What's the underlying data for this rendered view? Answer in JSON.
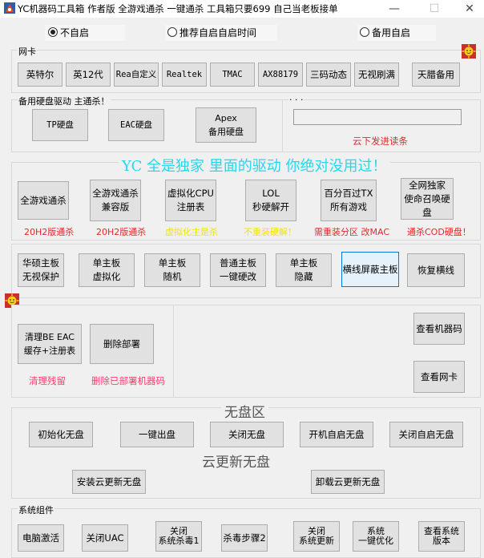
{
  "window": {
    "title": "YC机器码工具箱 作者版 全游戏通杀 一键通杀 工具箱只要699 自己当老板接单",
    "controls": {
      "minimize": "—",
      "maximize": "☐",
      "close": "✕"
    }
  },
  "startup_options": [
    {
      "label": "不自启",
      "selected": true
    },
    {
      "label": "推荐自启自启时间",
      "selected": false
    },
    {
      "label": "备用自启",
      "selected": false
    }
  ],
  "nic": {
    "label": "网卡",
    "buttons": [
      "英特尔",
      "英12代",
      "Rea自定义",
      "Realtek",
      "TMAC",
      "AX88179",
      "三码动态",
      "无视刷满",
      "天腊备用"
    ]
  },
  "disk": {
    "label": "备用硬盘驱动 主通杀！",
    "buttons": [
      "TP硬盘",
      "EAC硬盘",
      "Apex\n备用硬盘"
    ],
    "dots": "· · ·",
    "input_value": "",
    "status": "云下发进读条"
  },
  "exclusive": {
    "banner": "YC 全是独家 里面的驱动 你绝对没用过！",
    "buttons": [
      "全游戏通杀",
      "全游戏通杀\n兼容版",
      "虚拟化CPU\n注册表",
      "LOL\n秒硬解开",
      "百分百过TX\n所有游戏",
      "全网独家\n使命召唤硬盘"
    ],
    "notes": [
      {
        "text": "20H2版通杀",
        "color": "red"
      },
      {
        "text": "20H2版通杀",
        "color": "red"
      },
      {
        "text": "虚拟化主是杀",
        "color": "yellow"
      },
      {
        "text": "不重装硬解！",
        "color": "yellow"
      },
      {
        "text": "需重装分区 改MAC",
        "color": "red"
      },
      {
        "text": "通杀COD硬盘！",
        "color": "red"
      }
    ]
  },
  "board": {
    "buttons": [
      "华硕主板\n无视保护",
      "单主板\n虚拟化",
      "单主板\n随机",
      "普通主板\n一键硬改",
      "单主板\n隐藏",
      "横线屏蔽主板",
      "恢复横线"
    ]
  },
  "clean": {
    "buttons": [
      "清理BE EAC\n缓存+注册表",
      "删除部署"
    ],
    "notes": [
      "清理残留",
      "删除已部署机器码"
    ],
    "right_buttons": [
      "查看机器码",
      "查看网卡"
    ]
  },
  "diskless": {
    "title": "无盘区",
    "buttons": [
      "初始化无盘",
      "一键出盘",
      "关闭无盘",
      "开机自启无盘",
      "关闭自启无盘"
    ],
    "subtitle": "云更新无盘",
    "sub_buttons": [
      "安装云更新无盘",
      "卸载云更新无盘"
    ]
  },
  "system": {
    "label": "系统组件",
    "buttons": [
      "电脑激活",
      "关闭UAC",
      "关闭\n系统杀毒1",
      "杀毒步骤2",
      "关闭\n系统更新",
      "系统\n一键优化",
      "查看系统\n版本"
    ]
  },
  "icons": {
    "app": "app-icon",
    "sun": "sun-face-icon"
  },
  "colors": {
    "red": "#e8262a",
    "yellow": "#f2e600",
    "cyan": "#23d9ee",
    "pink": "#ff3d6e",
    "accent": "#0078d7"
  }
}
